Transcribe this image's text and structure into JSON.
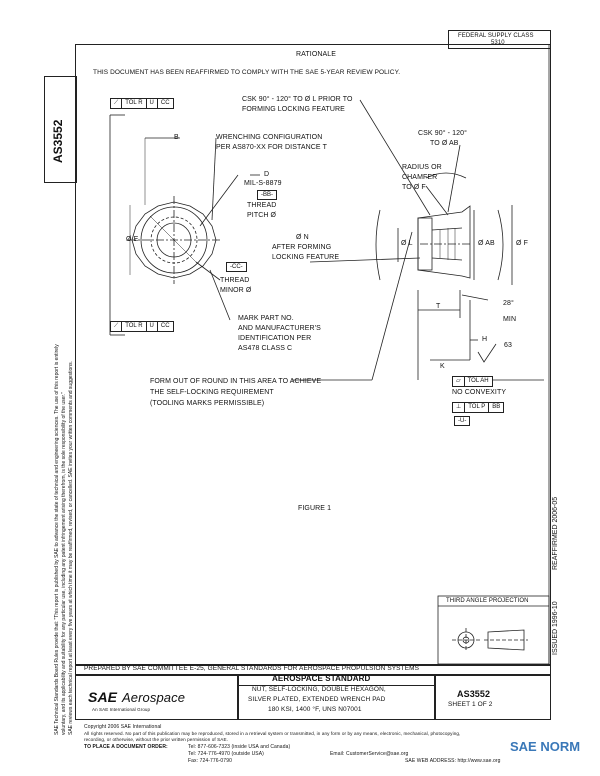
{
  "header": {
    "supply_class_line1": "FEDERAL SUPPLY CLASS",
    "supply_class_line2": "5310",
    "rationale_title": "RATIONALE",
    "rationale_text": "THIS DOCUMENT HAS BEEN REAFFIRMED TO COMPLY WITH THE SAE 5-YEAR REVIEW POLICY."
  },
  "side_tab": {
    "doc_number": "AS3552"
  },
  "left_margin": {
    "line1": "SAE Technical Standards Board Rules provide that: \"This report is published by SAE to advance the state of technical and engineering sciences. The use of this report is entirely",
    "line2": "voluntary, and its applicability and suitability for any particular use, including any patent infringement arising therefrom, is the sole responsibility of the user.\"",
    "line3": "SAE reviews each technical report at least every five years at which time it may be reaffirmed, revised, or cancelled. SAE invites your written comments and suggestions."
  },
  "drawing": {
    "fcf_top": [
      "TOL R",
      "U",
      "CC"
    ],
    "fcf_bottom": [
      "TOL R",
      "U",
      "CC"
    ],
    "fcf_right_1": [
      "TOL AH"
    ],
    "no_convexity": "NO CONVEXITY",
    "fcf_right_2": [
      "TOL P",
      "BB"
    ],
    "datum_u": "-U-",
    "datum_cc": "-CC-",
    "datum_bb": "-BB-",
    "label_b": "B",
    "label_d": "D",
    "label_e": "Ø E",
    "label_l": "Ø L",
    "label_ab": "Ø AB",
    "label_f": "Ø F",
    "label_t": "T",
    "label_h": "H",
    "label_k": "K",
    "label_63": "63",
    "label_28": "28°",
    "label_min": "MIN",
    "csk_top_1": "CSK 90° - 120° TO Ø L PRIOR TO",
    "csk_top_2": "FORMING LOCKING FEATURE",
    "csk_right_1": "CSK 90° - 120°",
    "csk_right_2": "TO Ø AB",
    "wrench_1": "WRENCHING CONFIGURATION",
    "wrench_2": "PER AS870-XX FOR DISTANCE T",
    "mil_1": "MIL-S-8879",
    "thread_1": "THREAD",
    "thread_2": "PITCH Ø",
    "radius_1": "RADIUS OR",
    "radius_2": "CHAMFER",
    "radius_3": "TO Ø F",
    "n_1": "Ø N",
    "n_2": "AFTER FORMING",
    "n_3": "LOCKING FEATURE",
    "minor_1": "THREAD",
    "minor_2": "MINOR Ø",
    "mark_1": "MARK PART NO.",
    "mark_2": "AND MANUFACTURER'S",
    "mark_3": "IDENTIFICATION PER",
    "mark_4": "AS478 CLASS C",
    "form_1": "FORM OUT OF ROUND IN THIS AREA TO ACHIEVE",
    "form_2": "THE SELF-LOCKING REQUIREMENT",
    "form_3": "(TOOLING MARKS PERMISSIBLE)",
    "figure_caption": "FIGURE 1"
  },
  "right_margin": {
    "issued": "ISSUED 1996-10",
    "reaffirmed": "REAFFIRMED 2006-05"
  },
  "projection": {
    "label": "THIRD ANGLE PROJECTION"
  },
  "title_block": {
    "prepared_by": "PREPARED BY SAE COMMITTEE E-25, GENERAL STANDARDS FOR AEROSPACE PROPULSION SYSTEMS",
    "logo_sae": "SAE",
    "logo_aerospace": "Aerospace",
    "logo_tagline": "An SAE International Group",
    "standard_title": "AEROSPACE STANDARD",
    "desc_1": "NUT, SELF-LOCKING, DOUBLE HEXAGON,",
    "desc_2": "SILVER PLATED, EXTENDED WRENCH PAD",
    "desc_3": "180 KSI, 1400 °F, UNS N07001",
    "doc_number": "AS3552",
    "sheet": "SHEET 1 OF 2"
  },
  "footer": {
    "copyright": "Copyright 2006 SAE International",
    "rights": "All rights reserved. No part of this publication may be reproduced, stored in a retrieval system or transmitted, in any form or by any means, electronic, mechanical, photocopying,",
    "rights2": "recording, or otherwise, without the prior written permission of SAE.",
    "order_label": "TO PLACE A DOCUMENT ORDER:",
    "tel1": "Tel: 877-606-7323 (inside USA and Canada)",
    "tel2": "Tel: 724-776-4970 (outside USA)",
    "fax": "Fax: 724-776-0790",
    "email": "Email: CustomerService@sae.org",
    "web": "SAE WEB ADDRESS: http://www.sae.org"
  },
  "watermark": {
    "text": "SAE NORM"
  },
  "colors": {
    "ink": "#111111",
    "watermark_blue": "#3a78b8"
  }
}
